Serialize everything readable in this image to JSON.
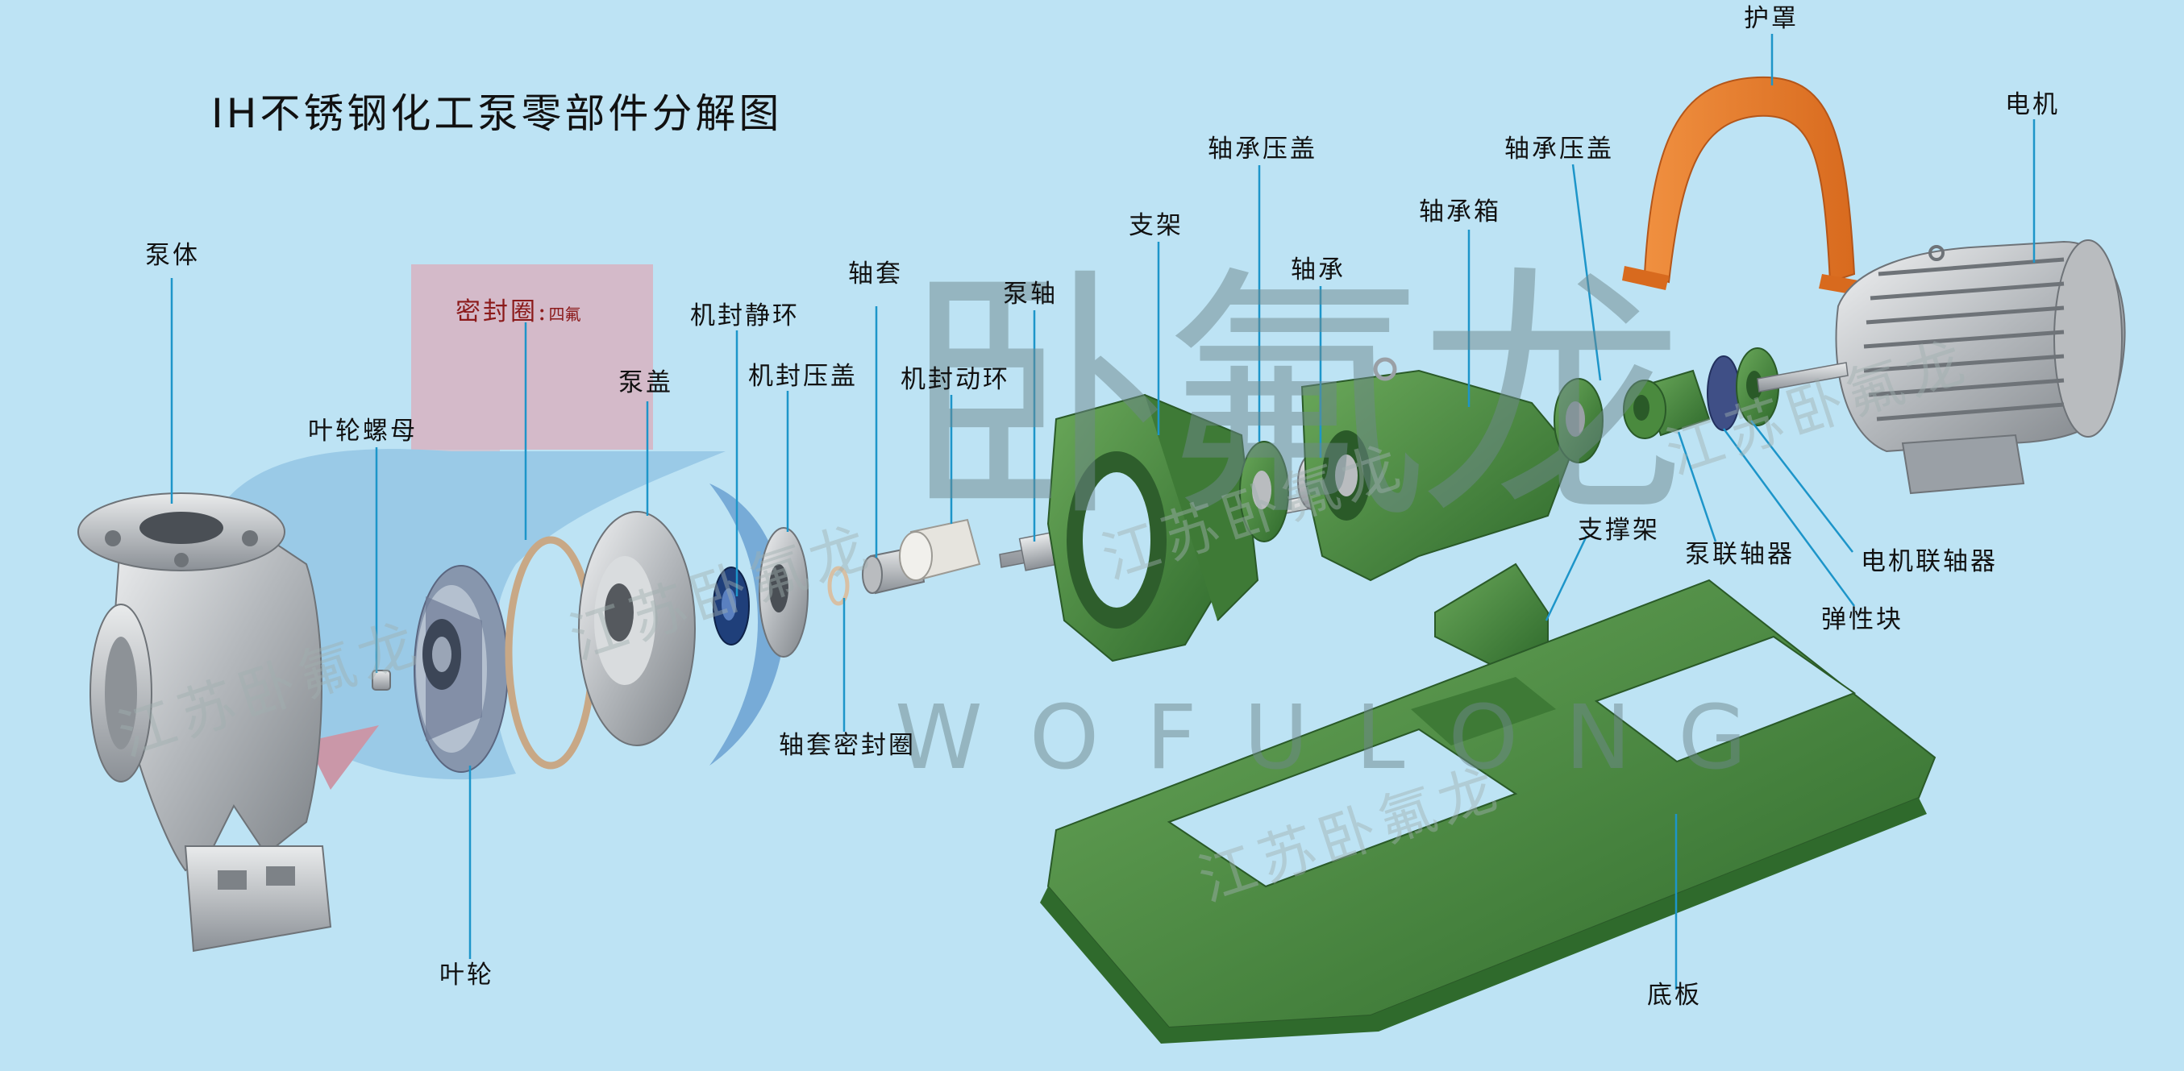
{
  "title": "IH不锈钢化工泵零部件分解图",
  "colors": {
    "background": "#bde3f4",
    "leader_line": "#1d95c9",
    "stainless": "#b9bcbf",
    "painted_green": "#4a8a3e",
    "guard_orange": "#ea7a2a",
    "seal_label": "#8b1a1a"
  },
  "labels": {
    "pump_body": "泵体",
    "impeller_nut": "叶轮螺母",
    "seal_ring": "密封圈:",
    "seal_ring_note": "四氟",
    "pump_cover": "泵盖",
    "mech_seal_static": "机封静环",
    "mech_seal_gland": "机封压盖",
    "shaft_sleeve": "轴套",
    "mech_seal_rotating": "机封动环",
    "pump_shaft": "泵轴",
    "bracket": "支架",
    "bearing_cover_1": "轴承压盖",
    "bearing": "轴承",
    "bearing_box": "轴承箱",
    "bearing_cover_2": "轴承压盖",
    "guard": "护罩",
    "motor": "电机",
    "support_frame": "支撑架",
    "pump_coupling": "泵联轴器",
    "motor_coupling": "电机联轴器",
    "elastic_block": "弹性块",
    "sleeve_seal": "轴套密封圈",
    "impeller": "叶轮",
    "base_plate": "底板"
  },
  "watermarks": {
    "logo_text": "卧氟龙",
    "logo_sub": "WOFULONG",
    "diagonal": "江苏卧氟龙"
  }
}
